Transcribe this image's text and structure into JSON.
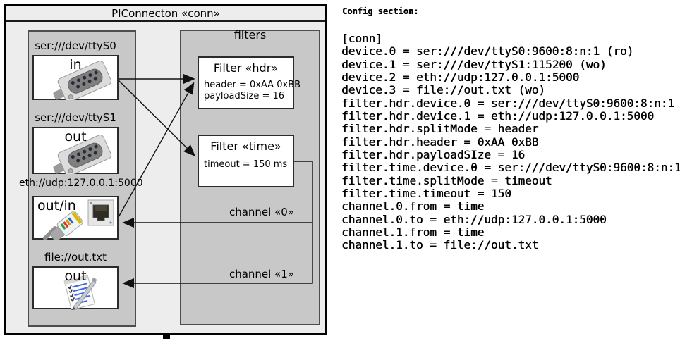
{
  "colors": {
    "outer_background": "#ededed",
    "panel_gray": "#c8c8c8",
    "box_white": "#ffffff",
    "line_black": "#111111"
  },
  "diagram": {
    "title": "PIConnecton «conn»",
    "filters_label": "filters",
    "devices": [
      {
        "uri": "ser:///dev/ttyS0",
        "mode": "in",
        "icon": "db9-serial-connector"
      },
      {
        "uri": "ser:///dev/ttyS1",
        "mode": "out",
        "icon": "db9-serial-connector"
      },
      {
        "uri": "eth://udp:127.0.0.1:5000",
        "mode": "out/in",
        "icon": "ethernet-plug-and-jack"
      },
      {
        "uri": "file://out.txt",
        "mode": "out",
        "icon": "notepad-pencil"
      }
    ],
    "filters": [
      {
        "title": "Filter «hdr»",
        "params": [
          "header = 0xAA 0xBB",
          "payloadSize = 16"
        ]
      },
      {
        "title": "Filter «time»",
        "params": [
          "timeout = 150 ms"
        ]
      }
    ],
    "channels": [
      {
        "label": "channel «0»"
      },
      {
        "label": "channel «1»"
      }
    ]
  },
  "config": {
    "heading": "Config section:",
    "lines": [
      "[conn]",
      "device.0 = ser:///dev/ttyS0:9600:8:n:1 (ro)",
      "device.1 = ser:///dev/ttyS1:115200 (wo)",
      "device.2 = eth://udp:127.0.0.1:5000",
      "device.3 = file://out.txt (wo)",
      "filter.hdr.device.0 = ser:///dev/ttyS0:9600:8:n:1",
      "filter.hdr.device.1 = eth://udp:127.0.0.1:5000",
      "filter.hdr.splitMode = header",
      "filter.hdr.header = 0xAA 0xBB",
      "filter.hdr.payloadSIze = 16",
      "filter.time.device.0 = ser:///dev/ttyS0:9600:8:n:1",
      "filter.time.splitMode = timeout",
      "filter.time.timeout = 150",
      "channel.0.from = time",
      "channel.0.to = eth://udp:127.0.0.1:5000",
      "channel.1.from = time",
      "channel.1.to = file://out.txt"
    ]
  }
}
